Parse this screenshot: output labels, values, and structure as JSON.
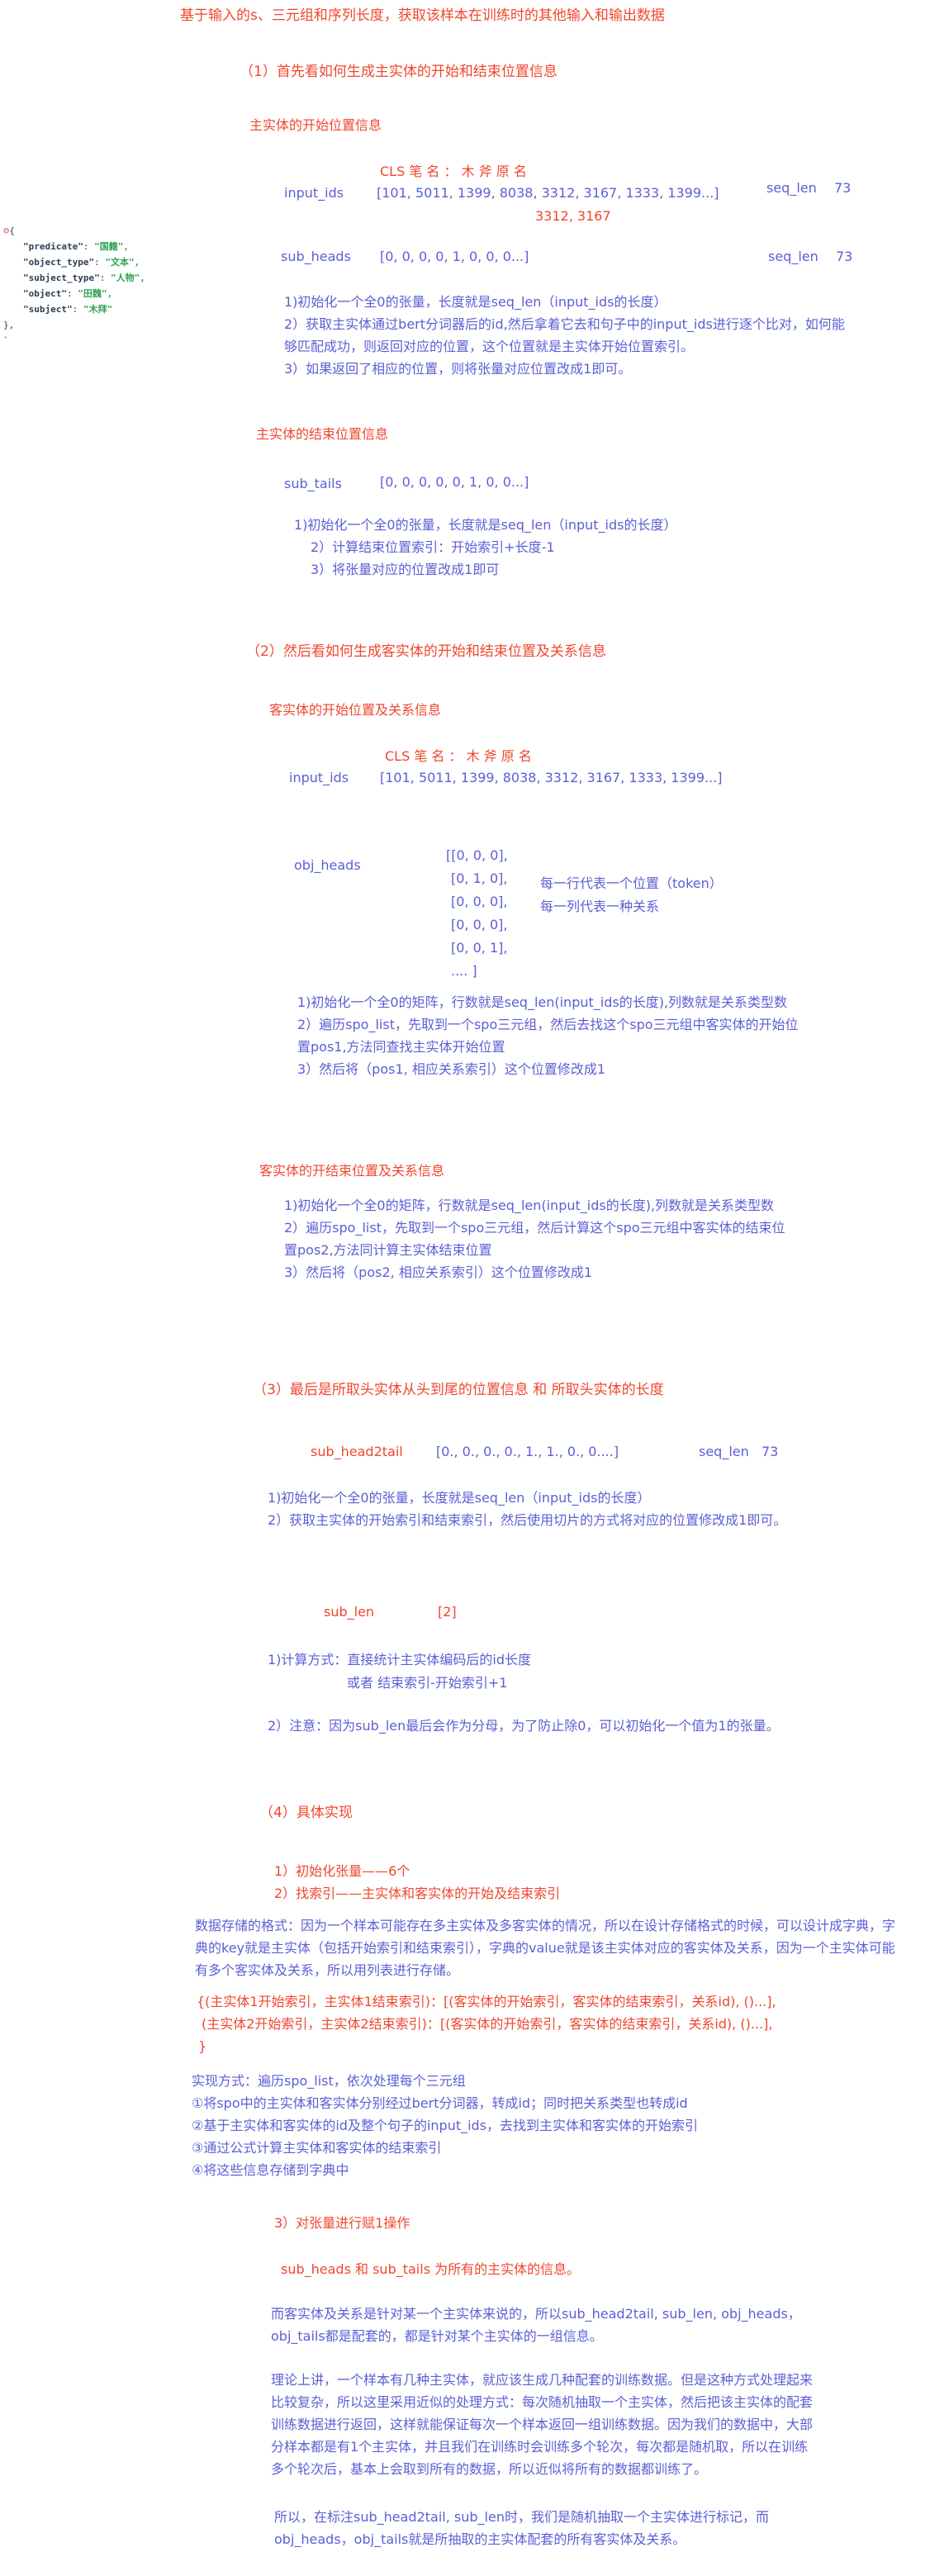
{
  "header": {
    "title": "基于输入的s、三元组和序列长度，获取该样本在训练时的其他输入和输出数据"
  },
  "json_snippet": {
    "open": "{",
    "lines": [
      {
        "key": "\"predicate\"",
        "value": "\"国籍\","
      },
      {
        "key": "\"object_type\"",
        "value": "\"文本\","
      },
      {
        "key": "\"subject_type\"",
        "value": "\"人物\","
      },
      {
        "key": "\"object\"",
        "value": "\"田魏\","
      },
      {
        "key": "\"subject\"",
        "value": "\"木拜\""
      }
    ],
    "close": "},",
    "tail": "`"
  },
  "section1": {
    "title": "（1）首先看如何生成主实体的开始和结束位置信息",
    "start_title": "主实体的开始位置信息",
    "tokens": "CLS   笔    名     ：     木    斧    原   名",
    "input_ids_label": "input_ids",
    "input_ids_value": "[101, 5011, 1399, 8038, 3312, 3167, 1333, 1399...]",
    "seq_len_label": "seq_len",
    "seq_len_value": "73",
    "highlight_ids": "3312, 3167",
    "sub_heads_label": "sub_heads",
    "sub_heads_value": "[0,        0,        0,        0,        1,        0,        0,        0...]",
    "start_steps": [
      "1)初始化一个全0的张量，长度就是seq_len（input_ids的长度）",
      "2）获取主实体通过bert分词器后的id,然后拿着它去和句子中的input_ids进行逐个比对，如何能够匹配成功，则返回对应的位置，这个位置就是主实体开始位置索引。",
      "3）如果返回了相应的位置，则将张量对应位置改成1即可。"
    ],
    "end_title": "主实体的结束位置信息",
    "sub_tails_label": "sub_tails",
    "sub_tails_value": "[0,        0,        0,        0,        0,        1,        0,        0...]",
    "end_steps": [
      "1)初始化一个全0的张量，长度就是seq_len（input_ids的长度）",
      "2）计算结束位置索引：开始索引+长度-1",
      "3）将张量对应的位置改成1即可"
    ]
  },
  "section2": {
    "title": "（2）然后看如何生成客实体的开始和结束位置及关系信息",
    "start_title": "客实体的开始位置及关系信息",
    "tokens": "CLS   笔    名     ：     木    斧    原   名",
    "input_ids_label": "input_ids",
    "input_ids_value": "[101, 5011, 1399, 8038, 3312, 3167, 1333, 1399...]",
    "obj_heads_label": "obj_heads",
    "matrix_rows": [
      "[[0, 0, 0],",
      "[0, 1, 0],",
      "[0, 0, 0],",
      "[0, 0, 0],",
      "[0, 0, 1],",
      "....            ]"
    ],
    "matrix_note_1": "每一行代表一个位置（token）",
    "matrix_note_2": "每一列代表一种关系",
    "start_steps": [
      "1)初始化一个全0的矩阵，行数就是seq_len(input_ids的长度),列数就是关系类型数",
      "2）遍历spo_list，先取到一个spo三元组，然后去找这个spo三元组中客实体的开始位置pos1,方法同查找主实体开始位置",
      "3）然后将（pos1, 相应关系索引）这个位置修改成1"
    ],
    "end_title": "客实体的开结束位置及关系信息",
    "end_steps": [
      "1)初始化一个全0的矩阵，行数就是seq_len(input_ids的长度),列数就是关系类型数",
      "2）遍历spo_list，先取到一个spo三元组，然后计算这个spo三元组中客实体的结束位置pos2,方法同计算主实体结束位置",
      "3）然后将（pos2, 相应关系索引）这个位置修改成1"
    ]
  },
  "section3": {
    "title": "（3）最后是所取头实体从头到尾的位置信息 和 所取头实体的长度",
    "head2tail_label": "sub_head2tail",
    "head2tail_value": "[0., 0., 0., 0., 1., 1., 0., 0....]",
    "seq_len_label": "seq_len",
    "seq_len_value": "73",
    "head2tail_steps": [
      "1)初始化一个全0的张量，长度就是seq_len（input_ids的长度）",
      "2）获取主实体的开始索引和结束索引，然后使用切片的方式将对应的位置修改成1即可。"
    ],
    "sub_len_label": "sub_len",
    "sub_len_value": "[2]",
    "sub_len_step1": "1)计算方式：直接统计主实体编码后的id长度",
    "sub_len_step1b": "或者  结束索引-开始索引+1",
    "sub_len_step2": "2）注意：因为sub_len最后会作为分母，为了防止除0，可以初始化一个值为1的张量。"
  },
  "section4": {
    "title": "（4）具体实现",
    "item1": "1）初始化张量——6个",
    "item2": "2）找索引——主实体和客实体的开始及结束索引",
    "format_para": "数据存储的格式：因为一个样本可能存在多主实体及多客实体的情况，所以在设计存储格式的时候，可以设计成字典，字典的key就是主实体（包括开始索引和结束索引），字典的value就是该主实体对应的客实体及关系，因为一个主实体可能有多个客实体及关系，所以用列表进行存储。",
    "format_red_1": "{(主实体1开始索引，主实体1结束索引)：[(客实体的开始索引，客实体的结束索引，关系id), ()...],",
    "format_red_2": "(主实体2开始索引，主实体2结束索引)：[(客实体的开始索引，客实体的结束索引，关系id), ()...],",
    "format_red_3": "}",
    "impl_title": "实现方式：遍历spo_list，依次处理每个三元组",
    "impl_steps": [
      "①将spo中的主实体和客实体分别经过bert分词器，转成id；同时把关系类型也转成id",
      "②基于主实体和客实体的id及整个句子的input_ids，去找到主实体和客实体的开始索引",
      "③通过公式计算主实体和客实体的结束索引",
      "④将这些信息存储到字典中"
    ],
    "item3": "3）对张量进行赋1操作",
    "assign_red": "sub_heads 和 sub_tails 为所有的主实体的信息。",
    "para1": "而客实体及关系是针对某一个主实体来说的，所以sub_head2tail, sub_len, obj_heads，obj_tails都是配套的，都是针对某个主实体的一组信息。",
    "para2": "理论上讲，一个样本有几种主实体，就应该生成几种配套的训练数据。但是这种方式处理起来比较复杂，所以这里采用近似的处理方式：每次随机抽取一个主实体，然后把该主实体的配套训练数据进行返回，这样就能保证每次一个样本返回一组训练数据。因为我们的数据中，大部分样本都是有1个主实体，并且我们在训练时会训练多个轮次，每次都是随机取，所以在训练多个轮次后，基本上会取到所有的数据，所以近似将所有的数据都训练了。",
    "para3": "所以，在标注sub_head2tail, sub_len时，我们是随机抽取一个主实体进行标记，而obj_heads，obj_tails就是所抽取的主实体配套的所有客实体及关系。"
  }
}
